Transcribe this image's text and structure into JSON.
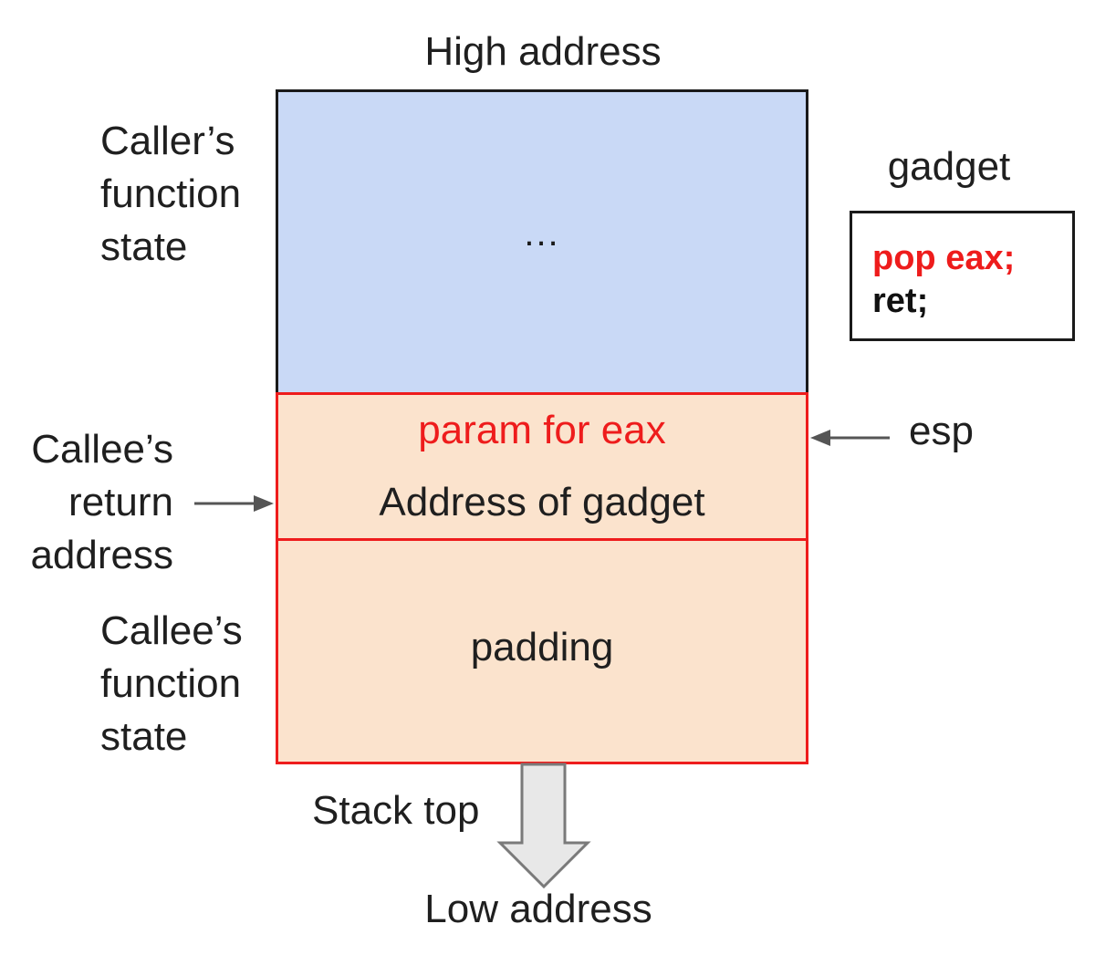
{
  "top_label": "High address",
  "bottom_label": "Low address",
  "stack_top_label": "Stack top",
  "caller_label": [
    "Caller’s",
    "function",
    "state"
  ],
  "callee_return_label": [
    "Callee’s",
    "return",
    "address"
  ],
  "callee_state_label": [
    "Callee’s",
    "function",
    "state"
  ],
  "esp_label": "esp",
  "stack": {
    "caller_text": "...",
    "param_text": "param for eax",
    "gadget_address_text": "Address of gadget",
    "padding_text": "padding"
  },
  "gadget": {
    "title": "gadget",
    "lines": [
      "pop eax;",
      "ret;"
    ]
  },
  "colors": {
    "caller_fill": "#c9d9f6",
    "callee_fill": "#fbe3cd",
    "highlight": "#ee1c1c",
    "arrow_fill": "#e8e8e8"
  }
}
